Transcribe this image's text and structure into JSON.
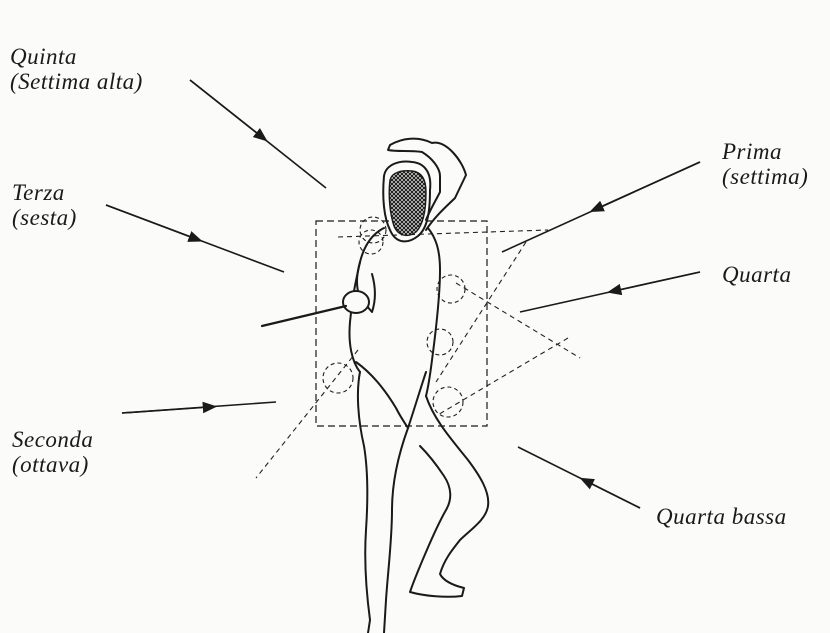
{
  "labels": {
    "quinta": {
      "line1": "Quinta",
      "line2": "(Settima alta)"
    },
    "terza": {
      "line1": "Terza",
      "line2": "(sesta)"
    },
    "seconda": {
      "line1": "Seconda",
      "line2": "(ottava)"
    },
    "prima": {
      "line1": "Prima",
      "line2": "(settima)"
    },
    "quarta": {
      "line1": "Quarta"
    },
    "quarta_bassa": {
      "line1": "Quarta bassa"
    }
  },
  "colors": {
    "ink": "#1a1a1a",
    "paper": "#fbfbf9",
    "mask": "#2a2a2a"
  }
}
